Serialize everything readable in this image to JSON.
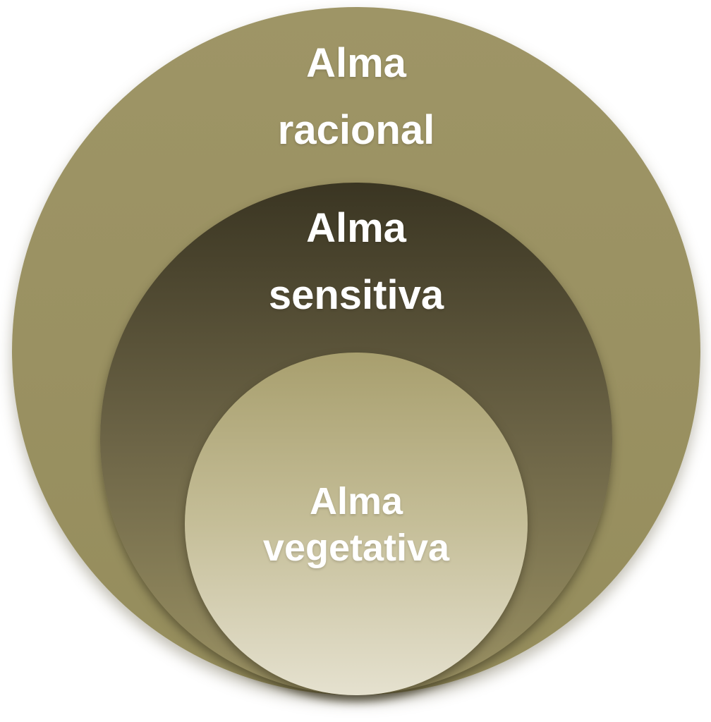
{
  "page": {
    "background_color": "#ffffff",
    "text_color": "#ffffff"
  },
  "diagram": {
    "type": "nested-circles",
    "description": "Three concentric stacked circles (onion diagram) of the soul's faculties",
    "levels": [
      {
        "name": "alma-racional",
        "label": "Alma racional",
        "line1": "Alma",
        "line2": "racional",
        "fill_top": "#9e9566",
        "fill_mid": "#9a9162",
        "fill_bottom": "#958d5c"
      },
      {
        "name": "alma-sensitiva",
        "label": "Alma sensitiva",
        "line1": "Alma",
        "line2": "sensitiva",
        "fill_top": "#3a3522",
        "fill_mid": "#6c6446",
        "fill_bottom": "#9b9264"
      },
      {
        "name": "alma-vegetativa",
        "label": "Alma vegetativa",
        "line1": "Alma",
        "line2": "vegetativa",
        "fill_top": "#a89f6e",
        "fill_mid": "#c5be98",
        "fill_bottom": "#e5e1cf"
      }
    ]
  }
}
